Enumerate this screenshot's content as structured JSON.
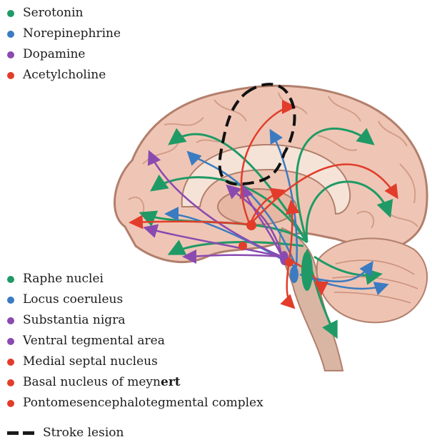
{
  "colors": {
    "serotonin": "#1f9a66",
    "norepinephrine": "#3a7bc2",
    "dopamine": "#8a4ab0",
    "acetylcholine": "#e23c2b",
    "brain_fill": "#efc6b5",
    "brain_outline": "#b27f6c",
    "brainstem_fill": "#d9b6a4",
    "lesion": "#111111"
  },
  "neurotransmitter_legend": [
    {
      "label": "Serotonin",
      "color": "#1f9a66"
    },
    {
      "label": "Norepinephrine",
      "color": "#3a7bc2"
    },
    {
      "label": "Dopamine",
      "color": "#8a4ab0"
    },
    {
      "label": "Acetylcholine",
      "color": "#e23c2b"
    }
  ],
  "source_legend": [
    {
      "label": "Raphe nuclei",
      "color": "#1f9a66"
    },
    {
      "label": "Locus coeruleus",
      "color": "#3a7bc2"
    },
    {
      "label": "Substantia nigra",
      "color": "#8a4ab0"
    },
    {
      "label": "Ventral tegmental area",
      "color": "#8a4ab0"
    },
    {
      "label": "Medial septal nucleus",
      "color": "#e23c2b"
    },
    {
      "label_prefix": "Basal nucleus of meyn",
      "label_bold": "ert",
      "color": "#e23c2b"
    },
    {
      "label": "Pontomesencephalotegmental complex",
      "color": "#e23c2b"
    }
  ],
  "lesion_legend": {
    "label": "Stroke lesion"
  }
}
